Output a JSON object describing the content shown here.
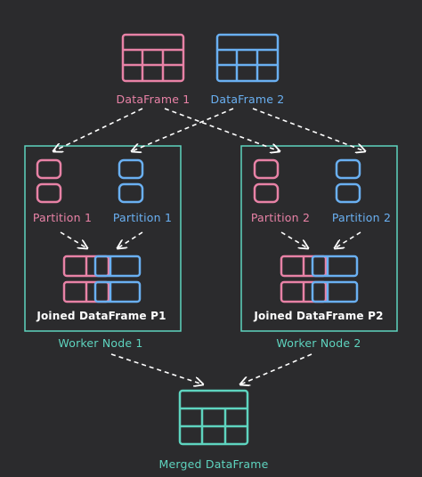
{
  "colors": {
    "background": "#2b2b2d",
    "pink": "#e882a6",
    "blue": "#6ab0f2",
    "green": "#5ed4bf",
    "white": "#ffffff"
  },
  "sources": {
    "df1_label": "DataFrame 1",
    "df2_label": "DataFrame 2"
  },
  "workers": [
    {
      "partition_a_label": "Partition 1",
      "partition_b_label": "Partition 1",
      "joined_label": "Joined DataFrame P1",
      "node_label": "Worker Node 1"
    },
    {
      "partition_a_label": "Partition 2",
      "partition_b_label": "Partition 2",
      "joined_label": "Joined DataFrame P2",
      "node_label": "Worker Node 2"
    }
  ],
  "result": {
    "label": "Merged DataFrame"
  },
  "icons": {
    "dataframe": "table-grid-icon",
    "partition": "stacked-rows-icon",
    "joined": "joined-table-icon"
  }
}
